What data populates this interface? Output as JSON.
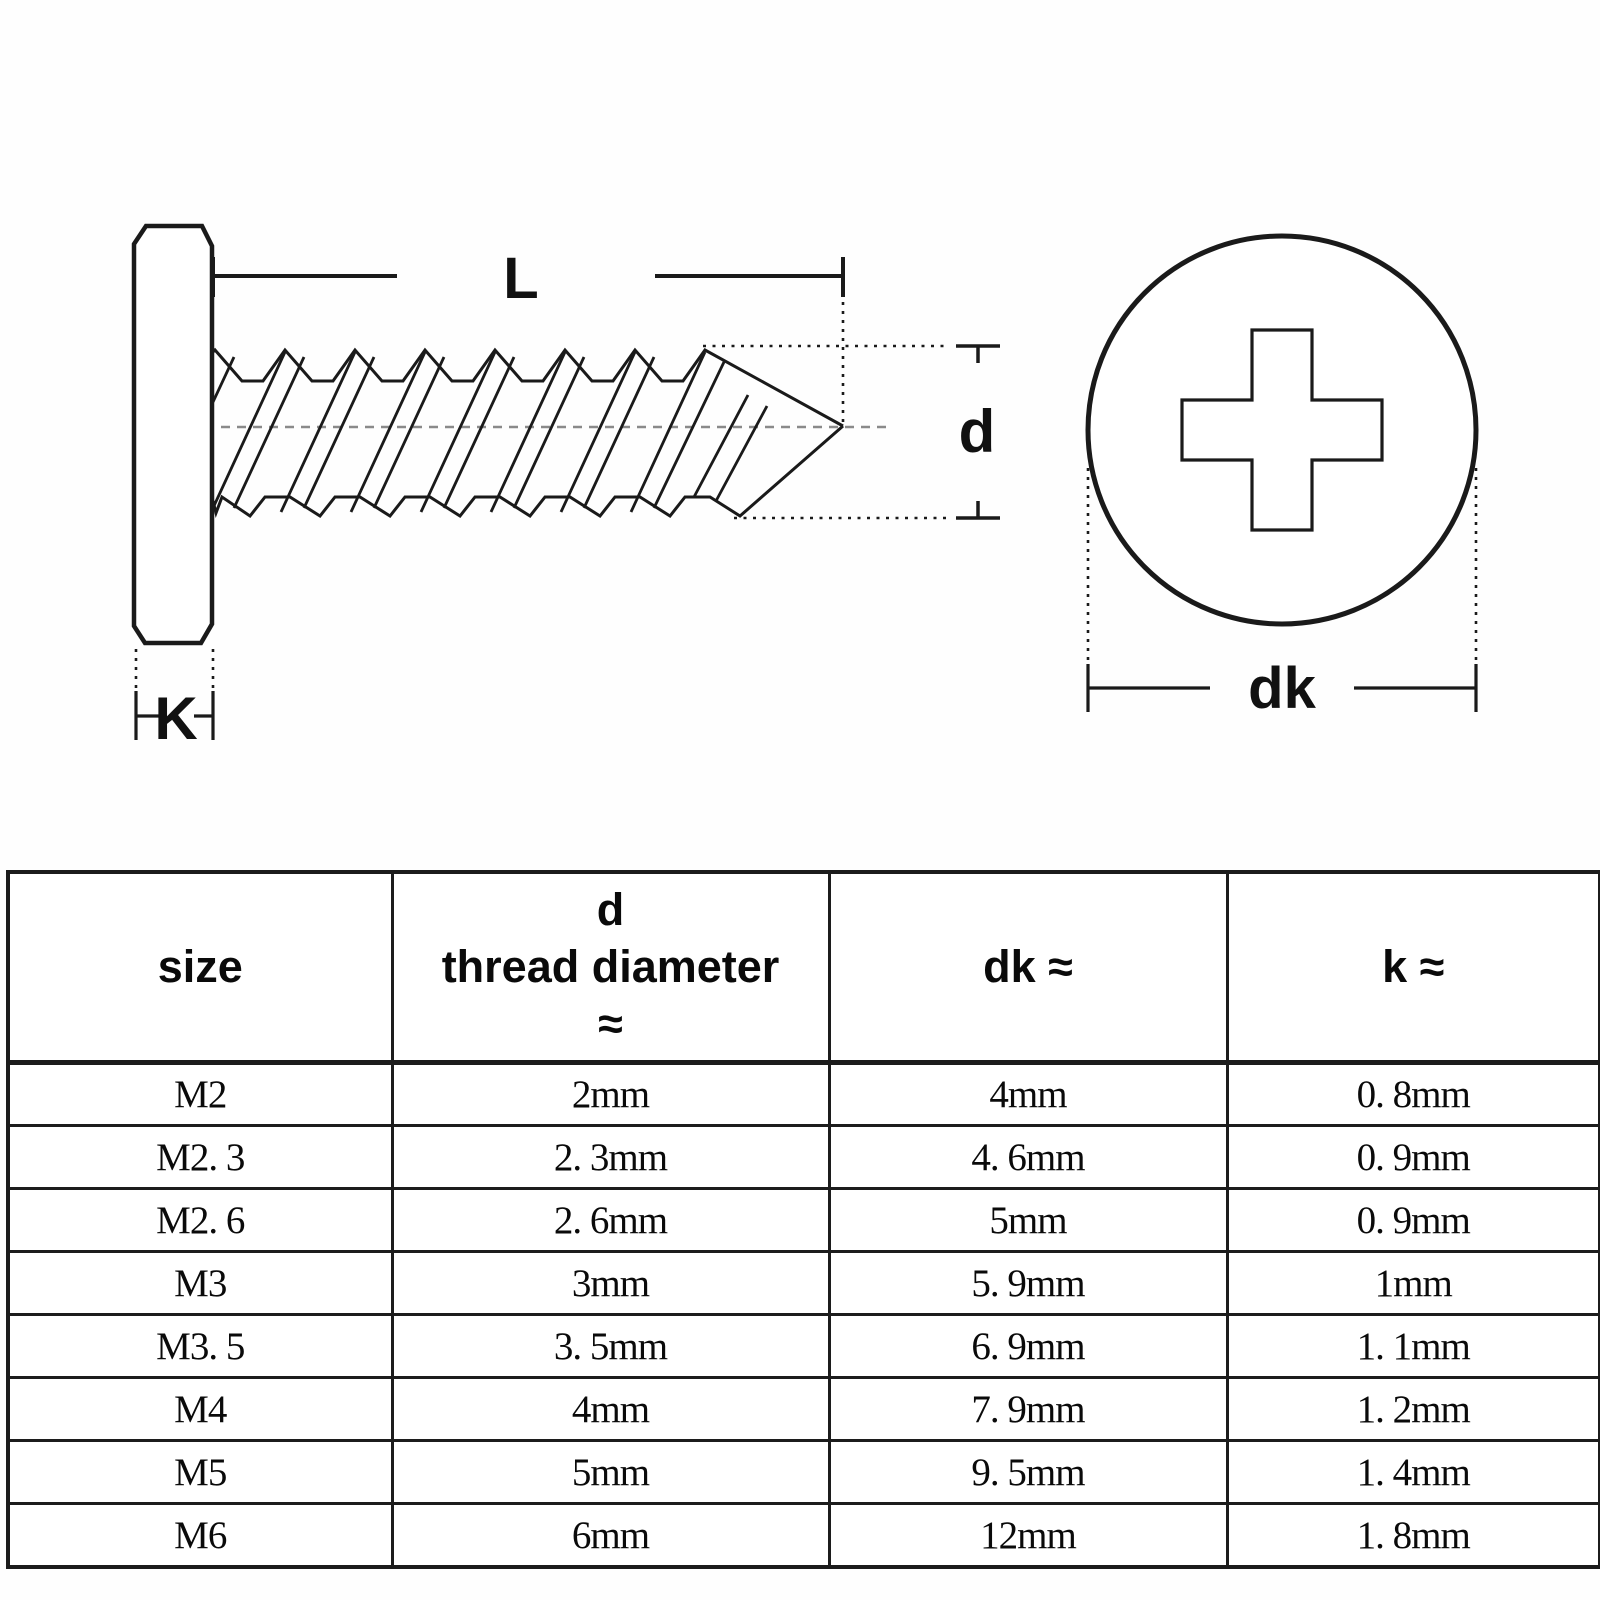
{
  "diagram": {
    "labels": {
      "L": "L",
      "d": "d",
      "K": "K",
      "dk": "dk"
    }
  },
  "table": {
    "headers": {
      "size": "size",
      "d_top": "d",
      "d_mid": "thread diameter",
      "d_bottom": "≈",
      "dk": "dk ≈",
      "k": "k ≈"
    },
    "rows": [
      {
        "size": "M2",
        "d": "2mm",
        "dk": "4mm",
        "k": "0. 8mm"
      },
      {
        "size": "M2. 3",
        "d": "2. 3mm",
        "dk": "4. 6mm",
        "k": "0. 9mm"
      },
      {
        "size": "M2. 6",
        "d": "2. 6mm",
        "dk": "5mm",
        "k": "0. 9mm"
      },
      {
        "size": "M3",
        "d": "3mm",
        "dk": "5. 9mm",
        "k": "1mm"
      },
      {
        "size": "M3. 5",
        "d": "3. 5mm",
        "dk": "6. 9mm",
        "k": "1. 1mm"
      },
      {
        "size": "M4",
        "d": "4mm",
        "dk": "7. 9mm",
        "k": "1. 2mm"
      },
      {
        "size": "M5",
        "d": "5mm",
        "dk": "9. 5mm",
        "k": "1. 4mm"
      },
      {
        "size": "M6",
        "d": "6mm",
        "dk": "12mm",
        "k": "1. 8mm"
      }
    ]
  },
  "colors": {
    "line": "#1a1a1a",
    "axis": "#8a8a8a",
    "text": "#0a0a0a"
  }
}
